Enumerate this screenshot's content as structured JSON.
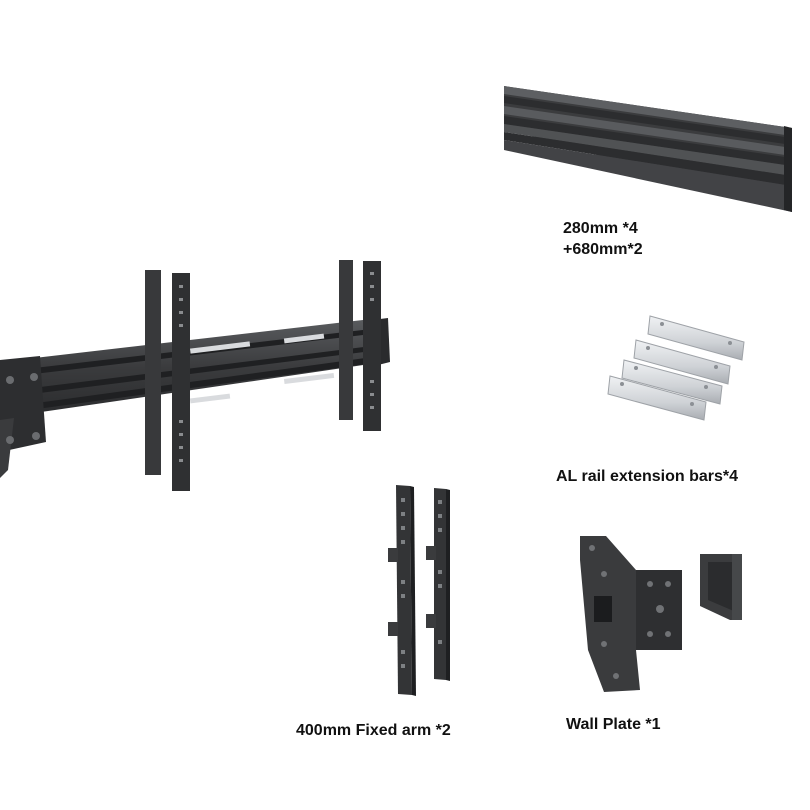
{
  "captions": {
    "rail_line1": "280mm *4",
    "rail_line2": "+680mm*2",
    "extension_bars": "AL rail extension bars*4",
    "fixed_arm": "400mm Fixed arm *2",
    "wall_plate": "Wall Plate *1"
  },
  "colors": {
    "metal_dark": "#3a3b3d",
    "metal_mid": "#55575a",
    "aluminum": "#d3d6da",
    "background": "#ffffff"
  }
}
